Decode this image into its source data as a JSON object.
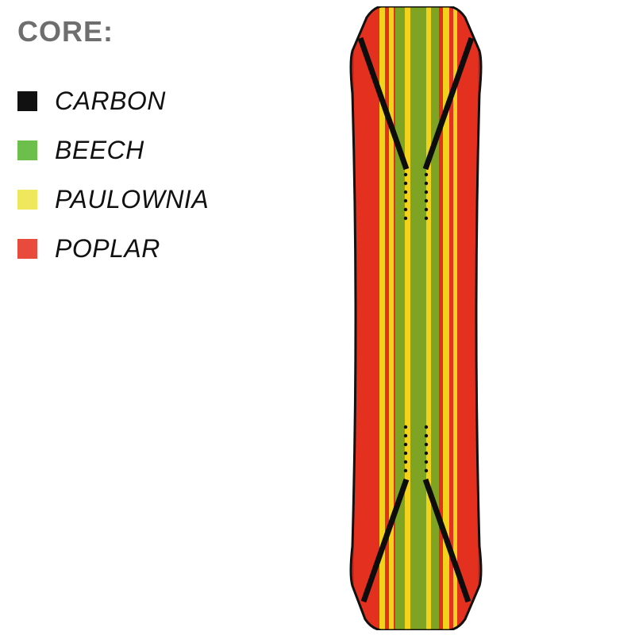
{
  "legend": {
    "title": "CORE:",
    "items": [
      {
        "key": "carbon",
        "label": "CARBON",
        "color": "#111111"
      },
      {
        "key": "beech",
        "label": "BEECH",
        "color": "#6cbf4b"
      },
      {
        "key": "paulownia",
        "label": "PAULOWNIA",
        "color": "#f0e85c"
      },
      {
        "key": "poplar",
        "label": "POPLAR",
        "color": "#e84a3c"
      }
    ]
  },
  "board": {
    "outline_color": "#111111",
    "edge_color": "#c62a1c",
    "strip_colors": {
      "poplar": "#e3301f",
      "paulownia": "#f2d21a",
      "beech": "#7fa424",
      "carbon": "#0d0d0d"
    }
  }
}
